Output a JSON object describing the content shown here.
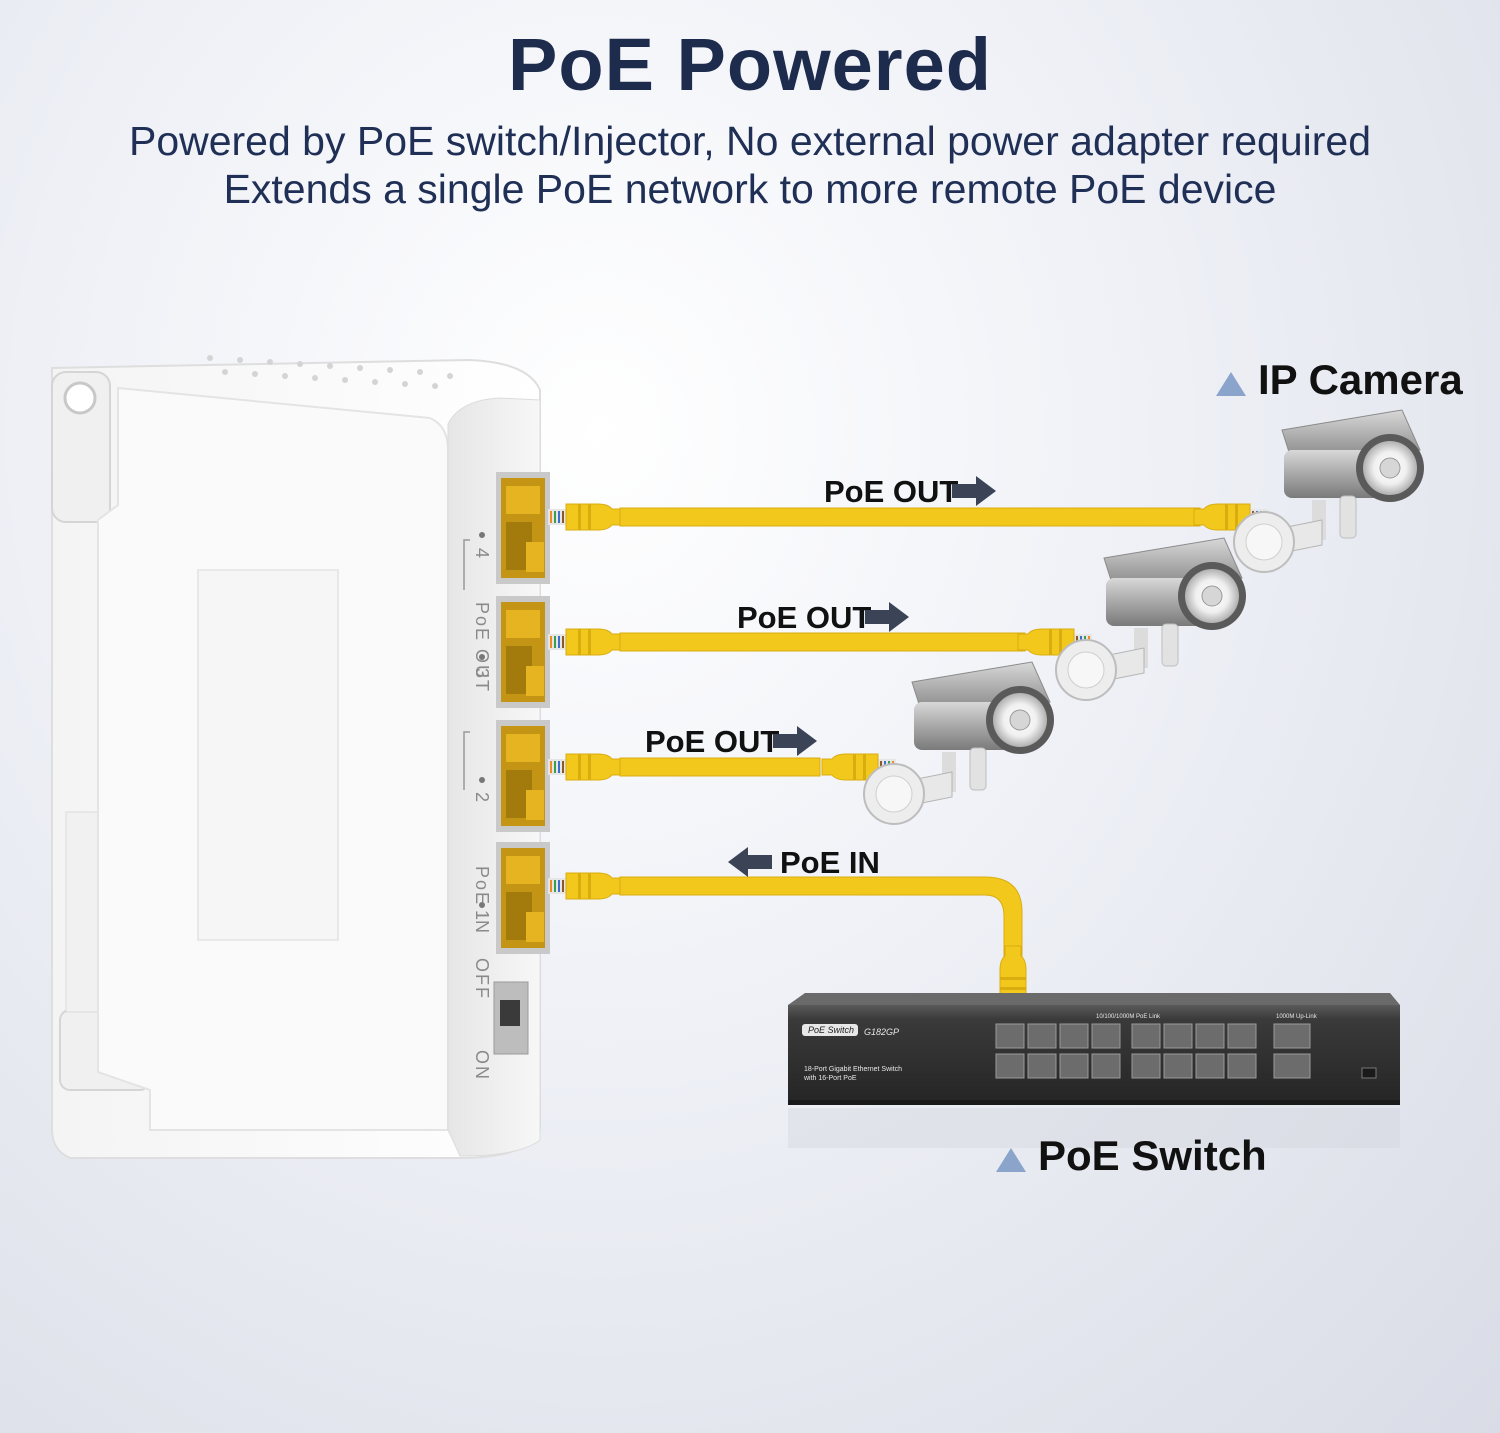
{
  "header": {
    "title": "PoE Powered",
    "subtitle_line1": "Powered by PoE switch/Injector, No external power adapter required",
    "subtitle_line2": "Extends a single PoE network to more remote PoE device"
  },
  "labels": {
    "ip_camera": "IP Camera",
    "poe_switch": "PoE Switch",
    "poe_out_1": "PoE OUT",
    "poe_out_2": "PoE OUT",
    "poe_out_3": "PoE OUT",
    "poe_in": "PoE IN"
  },
  "splitter_markings": {
    "port4": "4",
    "port3": "3",
    "port2": "2",
    "port1": "1",
    "poe_out": "PoE OUT",
    "poe_in": "PoE IN",
    "off": "OFF",
    "on": "ON"
  },
  "switch_markings": {
    "brand": "PoE Switch",
    "model": "G182GP",
    "desc_line1": "18-Port Gigabit Ethernet Switch",
    "desc_line2": "with 16-Port PoE",
    "poe_link": "10/100/1000M PoE Link",
    "uplink": "1000M Up-Link"
  },
  "colors": {
    "cable": "#f2c81c",
    "cable_dark": "#d9ad10",
    "title": "#1d2b4d",
    "arrow": "#3b4356",
    "triangle": "#8aa4cc"
  }
}
